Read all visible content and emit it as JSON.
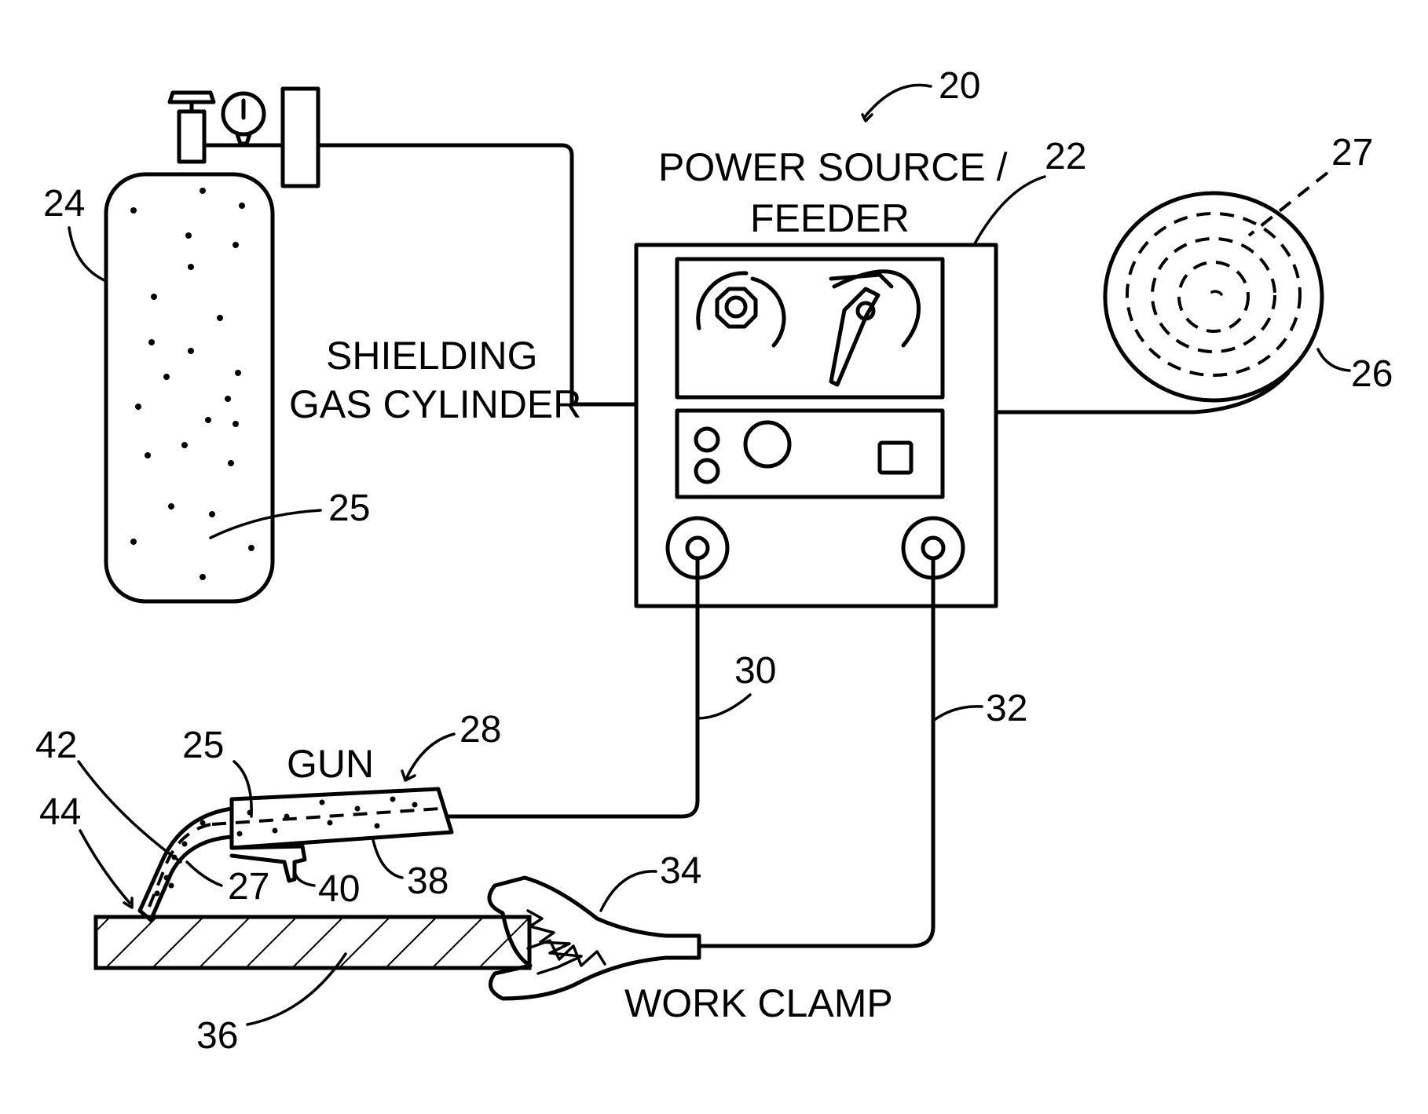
{
  "labels": {
    "power_source_line1": "POWER SOURCE /",
    "power_source_line2": "FEEDER",
    "shielding_line1": "SHIELDING",
    "shielding_line2": "GAS CYLINDER",
    "gun": "GUN",
    "work_clamp": "WORK CLAMP"
  },
  "refs": {
    "system": "20",
    "power_source": "22",
    "cylinder": "24",
    "gas": "25",
    "gas_in_gun": "25",
    "spool": "26",
    "wire_spool": "27",
    "wire_gun": "27",
    "gun": "28",
    "gun_cable": "30",
    "work_cable": "32",
    "clamp": "34",
    "workpiece": "36",
    "gun_body": "38",
    "trigger": "40",
    "neck": "42",
    "tip": "44"
  }
}
